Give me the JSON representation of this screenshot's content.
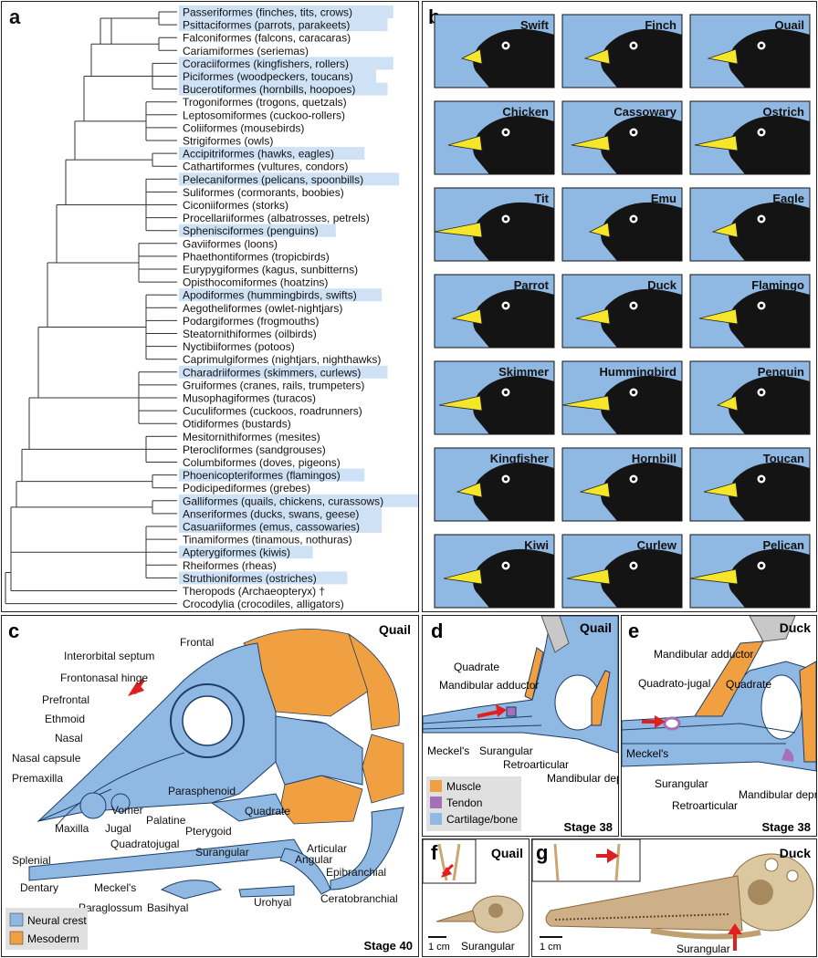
{
  "panel_a": {
    "label": "a",
    "taxa": [
      {
        "name": "Passeriformes (finches, tits, crows)",
        "hl": true
      },
      {
        "name": "Psittaciformes (parrots, parakeets)",
        "hl": true
      },
      {
        "name": "Falconiformes (falcons, caracaras)",
        "hl": false
      },
      {
        "name": "Cariamiformes (seriemas)",
        "hl": false
      },
      {
        "name": "Coraciiformes (kingfishers, rollers)",
        "hl": true
      },
      {
        "name": "Piciformes (woodpeckers, toucans)",
        "hl": true
      },
      {
        "name": "Bucerotiformes (hornbills, hoopoes)",
        "hl": true
      },
      {
        "name": "Trogoniformes (trogons, quetzals)",
        "hl": false
      },
      {
        "name": "Leptosomiformes (cuckoo-rollers)",
        "hl": false
      },
      {
        "name": "Coliiformes (mousebirds)",
        "hl": false
      },
      {
        "name": "Strigiformes (owls)",
        "hl": false
      },
      {
        "name": "Accipitriformes (hawks, eagles)",
        "hl": true
      },
      {
        "name": "Cathartiformes (vultures, condors)",
        "hl": false
      },
      {
        "name": "Pelecaniformes (pelicans, spoonbills)",
        "hl": true
      },
      {
        "name": "Suliformes (cormorants, boobies)",
        "hl": false
      },
      {
        "name": "Ciconiiformes (storks)",
        "hl": false
      },
      {
        "name": "Procellariiformes (albatrosses, petrels)",
        "hl": false
      },
      {
        "name": "Sphenisciformes (penguins)",
        "hl": true
      },
      {
        "name": "Gaviiformes (loons)",
        "hl": false
      },
      {
        "name": "Phaethontiformes (tropicbirds)",
        "hl": false
      },
      {
        "name": "Eurypygiformes (kagus, sunbitterns)",
        "hl": false
      },
      {
        "name": "Opisthocomiformes (hoatzins)",
        "hl": false
      },
      {
        "name": "Apodiformes (hummingbirds, swifts)",
        "hl": true
      },
      {
        "name": "Aegotheliformes (owlet-nightjars)",
        "hl": false
      },
      {
        "name": "Podargiformes (frogmouths)",
        "hl": false
      },
      {
        "name": "Steatornithiformes (oilbirds)",
        "hl": false
      },
      {
        "name": "Nyctibiiformes (potoos)",
        "hl": false
      },
      {
        "name": "Caprimulgiformes (nightjars, nighthawks)",
        "hl": false
      },
      {
        "name": "Charadriiformes (skimmers, curlews)",
        "hl": true
      },
      {
        "name": "Gruiformes (cranes, rails, trumpeters)",
        "hl": false
      },
      {
        "name": "Musophagiformes (turacos)",
        "hl": false
      },
      {
        "name": "Cuculiformes (cuckoos, roadrunners)",
        "hl": false
      },
      {
        "name": "Otidiformes (bustards)",
        "hl": false
      },
      {
        "name": "Mesitornithiformes (mesites)",
        "hl": false
      },
      {
        "name": "Pterocliformes (sandgrouses)",
        "hl": false
      },
      {
        "name": "Columbiformes (doves, pigeons)",
        "hl": false
      },
      {
        "name": "Phoenicopteriformes (flamingos)",
        "hl": true
      },
      {
        "name": "Podicipediformes (grebes)",
        "hl": false
      },
      {
        "name": "Galliformes (quails, chickens, curassows)",
        "hl": true
      },
      {
        "name": "Anseriformes (ducks, swans, geese)",
        "hl": true
      },
      {
        "name": "Casuariiformes (emus, cassowaries)",
        "hl": true
      },
      {
        "name": "Tinamiformes (tinamous, nothuras)",
        "hl": false
      },
      {
        "name": "Apterygiformes (kiwis)",
        "hl": true
      },
      {
        "name": "Rheiformes (rheas)",
        "hl": false
      },
      {
        "name": "Struthioniformes (ostriches)",
        "hl": true
      },
      {
        "name": "Theropods (Archaeopteryx) †",
        "hl": false
      },
      {
        "name": "Crocodylia (crocodiles, alligators)",
        "hl": false
      }
    ]
  },
  "panel_b": {
    "label": "b",
    "birds": [
      "Swift",
      "Finch",
      "Quail",
      "Chicken",
      "Cassowary",
      "Ostrich",
      "Tit",
      "Emu",
      "Eagle",
      "Parrot",
      "Duck",
      "Flamingo",
      "Skimmer",
      "Hummingbird",
      "Penguin",
      "Kingfisher",
      "Hornbill",
      "Toucan",
      "Kiwi",
      "Curlew",
      "Pelican"
    ]
  },
  "panel_c": {
    "label": "c",
    "title": "Quail",
    "stage": "Stage 40",
    "labels": {
      "frontal": "Frontal",
      "interorbital": "Interorbital septum",
      "hinge": "Frontonasal hinge",
      "prefrontal": "Prefrontal",
      "ethmoid": "Ethmoid",
      "nasal": "Nasal",
      "nasal_capsule": "Nasal capsule",
      "premaxilla": "Premaxilla",
      "parasphenoid": "Parasphenoid",
      "vomer": "Vomer",
      "palatine": "Palatine",
      "quadrate": "Quadrate",
      "maxilla": "Maxilla",
      "jugal": "Jugal",
      "pterygoid": "Pterygoid",
      "quadratojugal": "Quadratojugal",
      "splenial": "Splenial",
      "surangular": "Surangular",
      "articular": "Articular",
      "angular": "Angular",
      "epibranchial": "Epibranchial",
      "dentary": "Dentary",
      "meckels": "Meckel's",
      "ceratobranchial": "Ceratobranchial",
      "urohyal": "Urohyal",
      "paraglossum": "Paraglossum",
      "basihyal": "Basihyal"
    },
    "legend": [
      {
        "label": "Neural crest",
        "color": "#8fb8e3"
      },
      {
        "label": "Mesoderm",
        "color": "#f0a040"
      }
    ]
  },
  "panel_d": {
    "label": "d",
    "title": "Quail",
    "stage": "Stage 38",
    "labels": {
      "quadrate": "Quadrate",
      "adductor": "Mandibular adductor",
      "meckels": "Meckel's",
      "surangular": "Surangular",
      "retro": "Retroarticular",
      "depressor": "Mandibular depressor"
    },
    "legend": [
      {
        "label": "Muscle",
        "color": "#f0a040"
      },
      {
        "label": "Tendon",
        "color": "#a470b8"
      },
      {
        "label": "Cartilage/bone",
        "color": "#8fb8e3"
      }
    ]
  },
  "panel_e": {
    "label": "e",
    "title": "Duck",
    "stage": "Stage 38",
    "labels": {
      "adductor": "Mandibular adductor",
      "quadratojugal": "Quadrato-jugal",
      "quadrate": "Quadrate",
      "meckels": "Meckel's",
      "surangular": "Surangular",
      "retro": "Retroarticular",
      "depressor": "Mandibular depressor"
    }
  },
  "panel_f": {
    "label": "f",
    "title": "Quail",
    "scale": "1 cm",
    "surangular": "Surangular"
  },
  "panel_g": {
    "label": "g",
    "title": "Duck",
    "scale": "1 cm",
    "surangular": "Surangular"
  },
  "colors": {
    "highlight": "#cfe1f5",
    "panel_blue": "#8fb8e3",
    "beak": "#f5e62a",
    "head": "#141414",
    "arrow": "#e02020"
  }
}
